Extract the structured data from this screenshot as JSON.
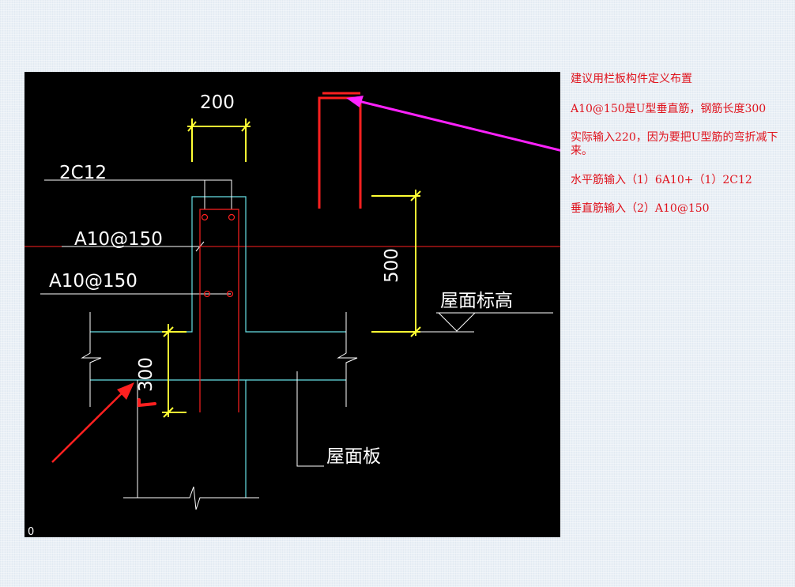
{
  "drawing": {
    "labels": {
      "dim_200": "200",
      "rebar_top": "2C12",
      "rebar_mid": "A10@150",
      "rebar_low": "A10@150",
      "dim_500": "500",
      "dim_300": "300",
      "roof_elevation": "屋面标高",
      "roof_slab": "屋面板",
      "corner_mark": "0"
    },
    "colors": {
      "background": "#000000",
      "cyan": "#66e0e6",
      "yellow": "#ffff33",
      "red": "#ff2020",
      "magenta": "#ff22ff",
      "white": "#ffffff"
    }
  },
  "notes": [
    "建议用栏板构件定义布置",
    "A10@150是U型垂直筋，钢筋长度300",
    "实际输入220，因为要把U型筋的弯折减下来。",
    "水平筋输入（1）6A10+（1）2C12",
    "垂直筋输入（2）A10@150"
  ]
}
